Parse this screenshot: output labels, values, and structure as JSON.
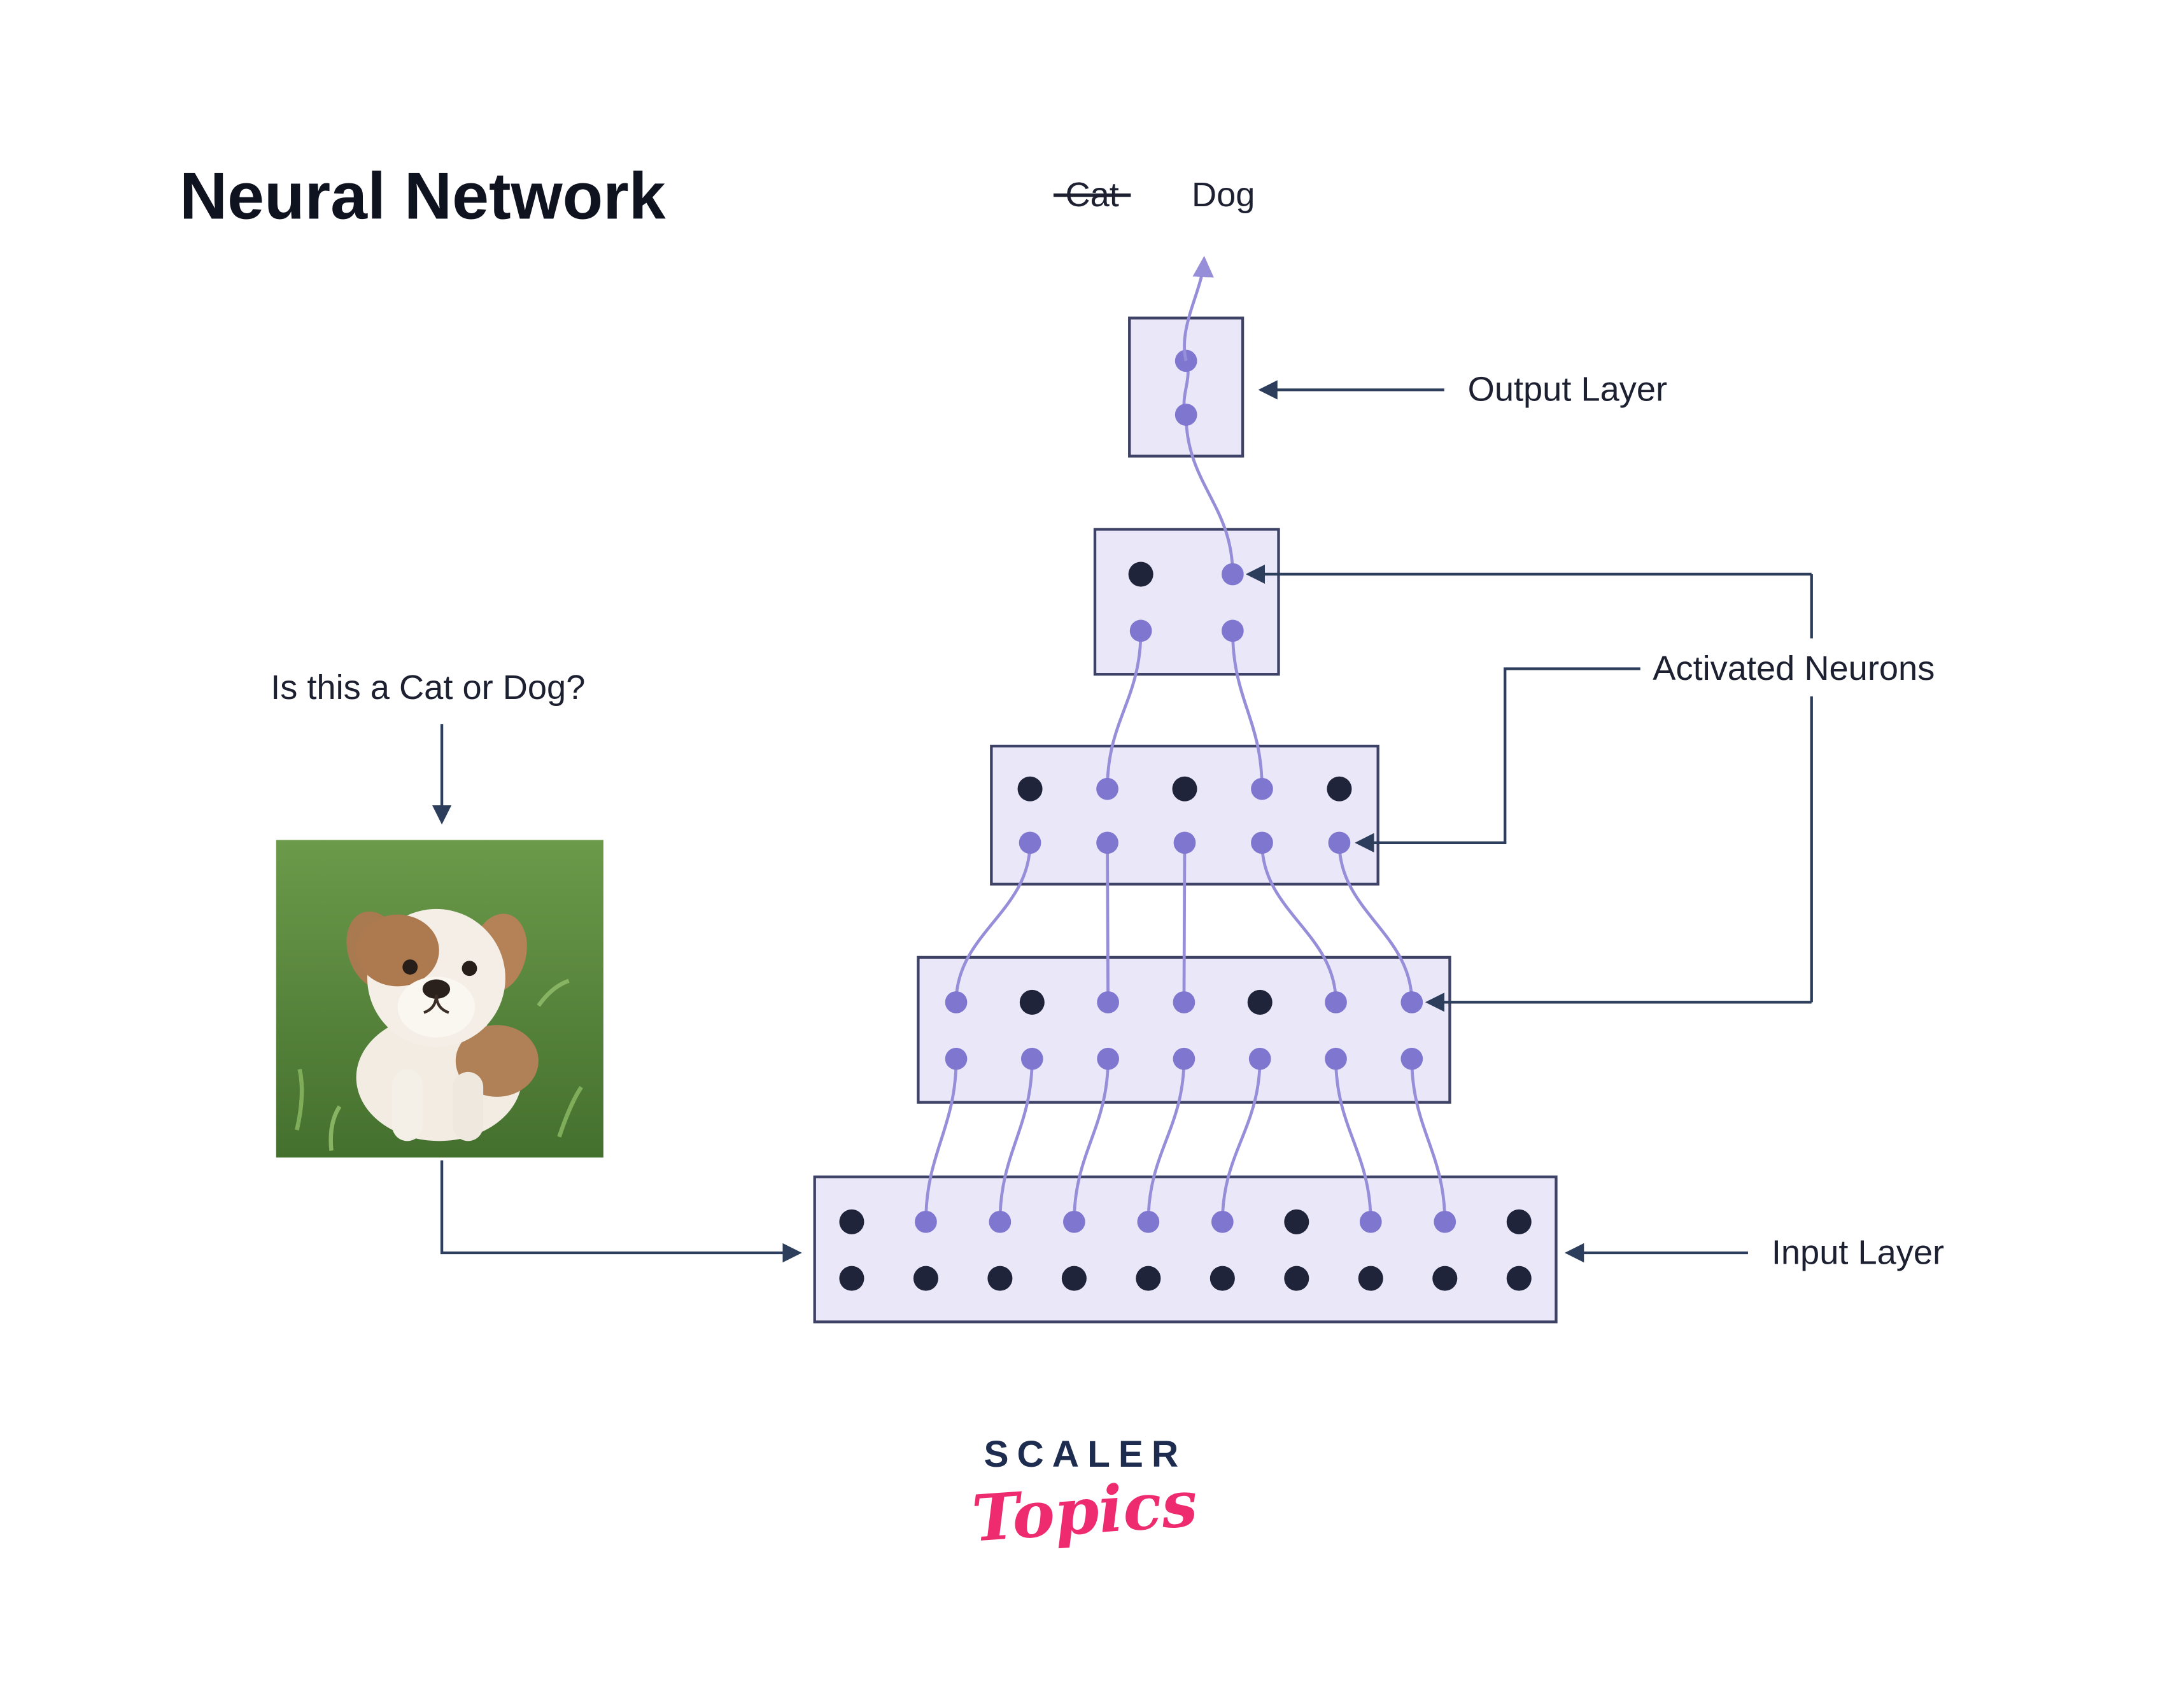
{
  "title": "Neural Network",
  "question": "Is this a Cat or Dog?",
  "prediction": {
    "rejected": "Cat",
    "accepted": "Dog"
  },
  "labels": {
    "output_layer": "Output Layer",
    "activated_neurons": "Activated Neurons",
    "input_layer": "Input Layer"
  },
  "logo": {
    "brand": "SCALER",
    "sub": "Topics"
  },
  "colors": {
    "activated_neuron": "#7f76d0",
    "inactive_neuron": "#20243a",
    "layer_fill": "#e9e7f8",
    "layer_border": "#3d4266",
    "connection": "#978ed9",
    "annotation_line": "#2d3d5c",
    "logo_pink": "#ee2b6e",
    "logo_navy": "#1e2d4f"
  },
  "network": {
    "layers": [
      {
        "name": "input",
        "rows": [
          [
            "inactive",
            "active",
            "active",
            "active",
            "active",
            "active",
            "inactive",
            "active",
            "active",
            "inactive"
          ],
          [
            "inactive",
            "inactive",
            "inactive",
            "inactive",
            "inactive",
            "inactive",
            "inactive",
            "inactive",
            "inactive",
            "inactive"
          ]
        ]
      },
      {
        "name": "hidden-1",
        "rows": [
          [
            "active",
            "inactive",
            "active",
            "active",
            "inactive",
            "active",
            "active"
          ],
          [
            "active",
            "active",
            "active",
            "active",
            "active",
            "active",
            "active"
          ]
        ]
      },
      {
        "name": "hidden-2",
        "rows": [
          [
            "inactive",
            "active",
            "inactive",
            "active",
            "inactive"
          ],
          [
            "active",
            "active",
            "active",
            "active",
            "active"
          ]
        ]
      },
      {
        "name": "hidden-3",
        "rows": [
          [
            "inactive",
            "active"
          ],
          [
            "active",
            "active"
          ]
        ]
      },
      {
        "name": "output",
        "rows": [
          [
            "active"
          ],
          [
            "active"
          ]
        ]
      }
    ]
  }
}
